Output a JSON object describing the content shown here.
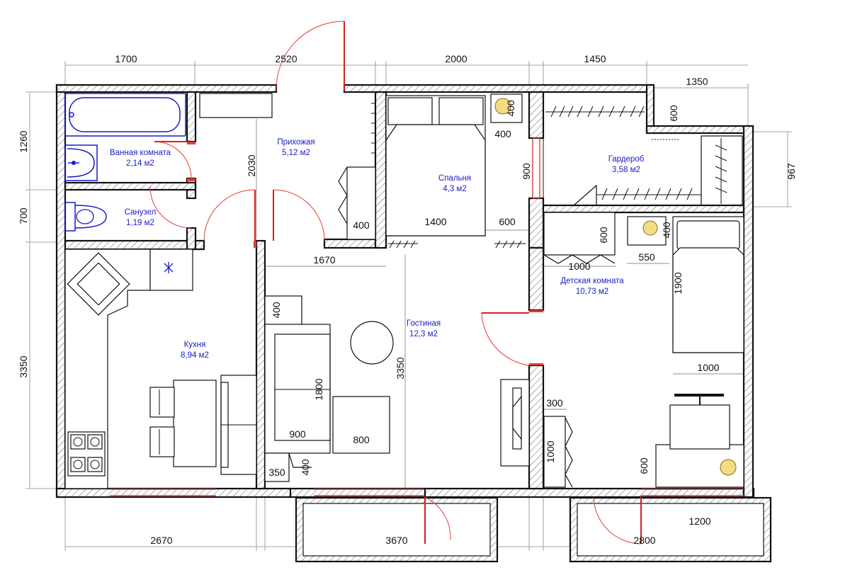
{
  "rooms": {
    "bath": {
      "name": "Ванная комната",
      "area": "2,14 м2"
    },
    "wc": {
      "name": "Санузел",
      "area": "1,19 м2"
    },
    "hall": {
      "name": "Прихожая",
      "area": "5,12 м2"
    },
    "bedroom": {
      "name": "Спальня",
      "area": "4,3 м2"
    },
    "wardrobe": {
      "name": "Гардероб",
      "area": "3,58 м2"
    },
    "kitchen": {
      "name": "Кухня",
      "area": "8,94 м2"
    },
    "living": {
      "name": "Гостиная",
      "area": "12,3 м2"
    },
    "kids": {
      "name": "Детская комната",
      "area": "10,73 м2"
    }
  },
  "dimensions": {
    "top": [
      "1700",
      "2520",
      "2000",
      "1450",
      "1350"
    ],
    "bottom": [
      "2670",
      "3670",
      "2800"
    ],
    "left": [
      "1260",
      "700",
      "3350"
    ],
    "right": [
      "967"
    ],
    "inner": {
      "hall_height": "2030",
      "hall_closet": "400",
      "bed_width": "1400",
      "bed_side": "600",
      "night_w": "400",
      "night_h": "400",
      "bedroom_left": "900",
      "wardrobe_niche": "600",
      "corridor": "1670",
      "kids_shelf_h": "600",
      "kids_shelf_w": "1000",
      "kids_night_w": "550",
      "kids_night_h": "400",
      "kids_bed_len": "1900",
      "kids_bed_w": "1000",
      "sofa_side": "400",
      "sofa_len": "1800",
      "sofa_depth": "900",
      "ottoman": "800",
      "living_height": "3350",
      "arm_w": "350",
      "arm_h": "400",
      "kids_shelf2_w": "300",
      "kids_shelf2_h": "1000",
      "desk_h": "600",
      "desk_w": "1200"
    }
  },
  "icons": [
    "bathtub-icon",
    "sink-icon",
    "toilet-icon",
    "stove-icon",
    "bulb-icon",
    "hood-icon"
  ],
  "colors": {
    "room_label": "#1a1ac8",
    "door": "#e23a3a",
    "wall": "#111111"
  }
}
